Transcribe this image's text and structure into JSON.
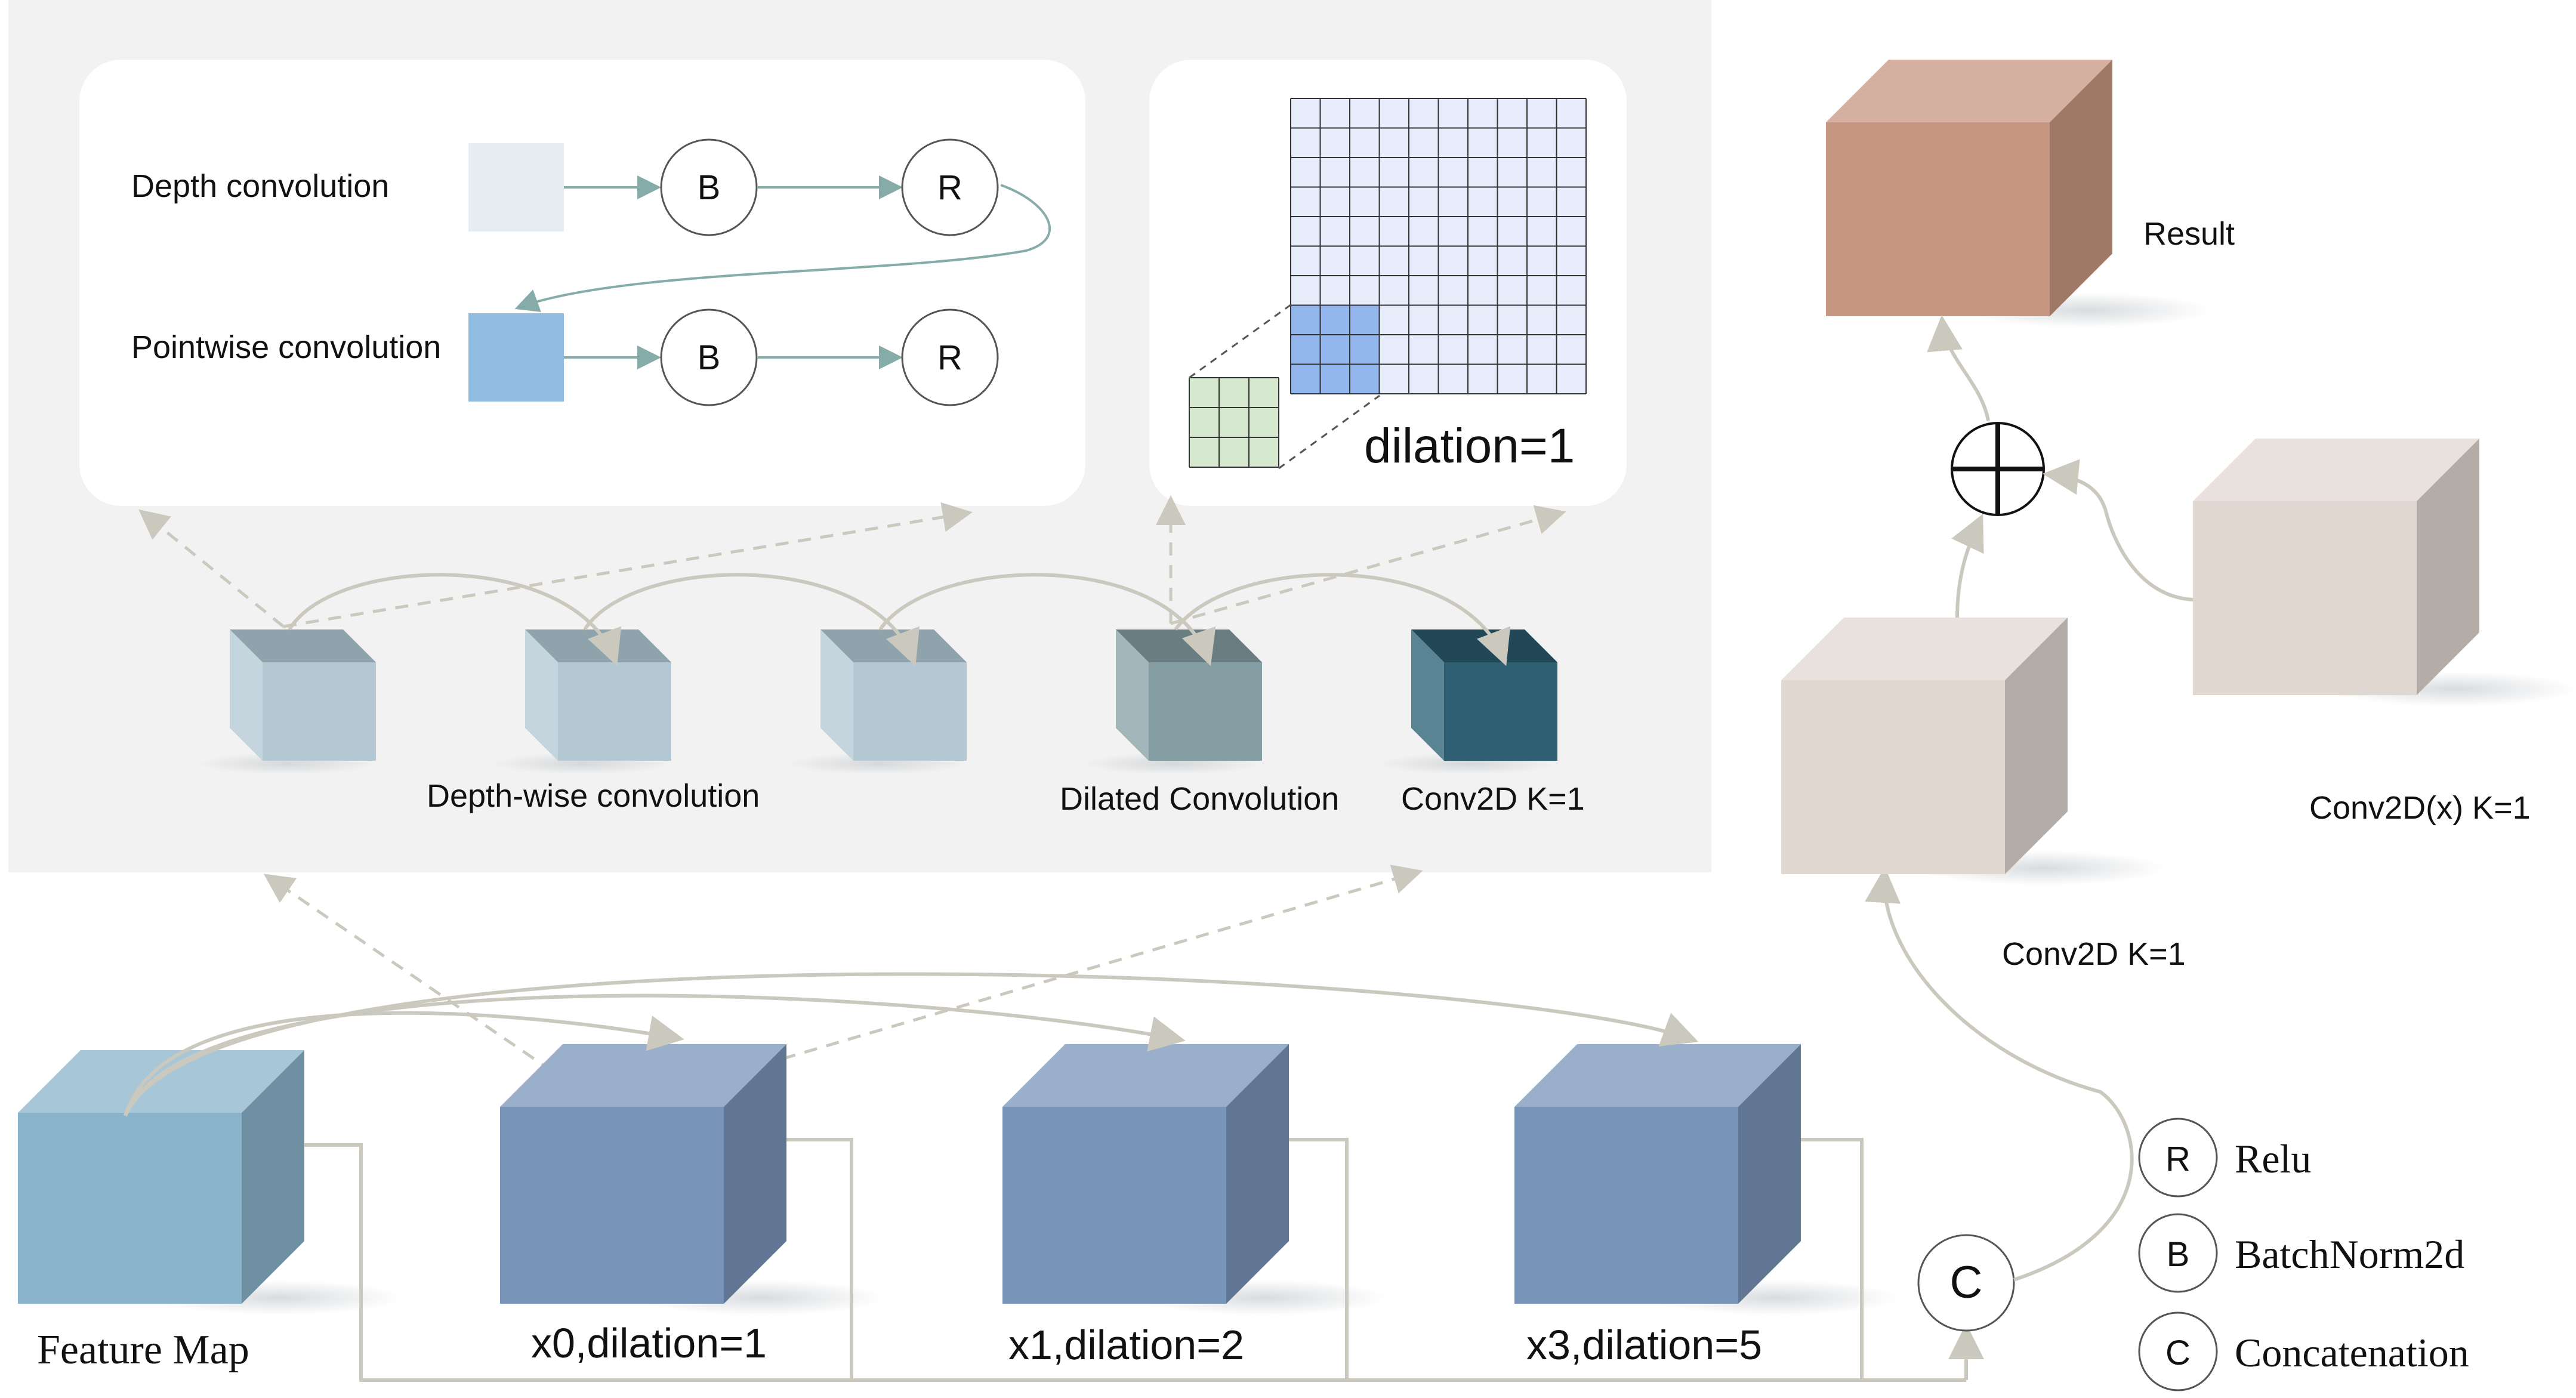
{
  "top_panel": {
    "depth_label": "Depth convolution",
    "pointwise_label": "Pointwise convolution",
    "dilation_label": "dilation=1",
    "node_b": "B",
    "node_r": "R",
    "labels": {
      "depthwise": "Depth-wise convolution",
      "dilated": "Dilated Convolution",
      "conv2d_k1": "Conv2D K=1"
    }
  },
  "bottom": {
    "feature_map": "Feature Map",
    "x0": "x0,dilation=1",
    "x1": "x1,dilation=2",
    "x3": "x3,dilation=5",
    "concat_symbol": "C"
  },
  "right": {
    "result": "Result",
    "conv2d_x": "Conv2D(x)  K=1",
    "conv2d_k1": "Conv2D K=1"
  },
  "legend": {
    "items": [
      {
        "symbol": "R",
        "text": "Relu"
      },
      {
        "symbol": "B",
        "text": "BatchNorm2d"
      },
      {
        "symbol": "C",
        "text": "Concatenation"
      }
    ]
  },
  "colors": {
    "panel_bg": "#f2f2f2",
    "depth_square": "#e6eef4",
    "pointwise_square": "#92bde2",
    "grid_blue": "#e8edfb",
    "grid_highlight": "#93b6ec",
    "kernel_green": "#d7e8d1",
    "small_cube": "#b3c8d3",
    "dilated_cube": "#849ea4",
    "conv_cube": "#2f5f73",
    "feature_cube": "#8ab4cb",
    "x_cube": "#7894b8",
    "result_cube": "#c79680",
    "beige_cube": "#e0d7d1",
    "arrow": "#cbc8bd",
    "teal_arrow": "#86aca9"
  }
}
